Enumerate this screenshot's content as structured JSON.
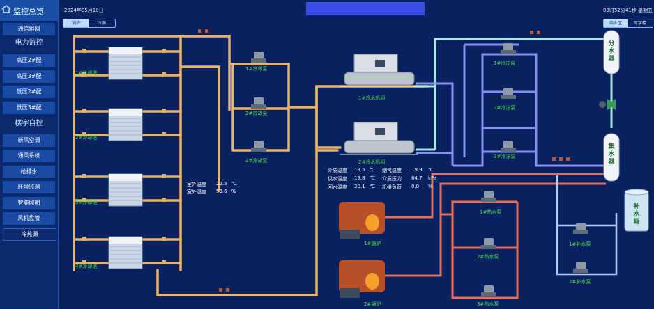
{
  "sidebar": {
    "title": "监控总览",
    "items": [
      {
        "label": "通信组网",
        "kind": "plain"
      },
      {
        "label": "电力监控",
        "kind": "head"
      },
      {
        "label": "高压2#配",
        "kind": "item"
      },
      {
        "label": "高压3#配",
        "kind": "item"
      },
      {
        "label": "低压2#配",
        "kind": "item"
      },
      {
        "label": "低压3#配",
        "kind": "item"
      },
      {
        "label": "楼宇自控",
        "kind": "head"
      },
      {
        "label": "新风空调",
        "kind": "item"
      },
      {
        "label": "通风系统",
        "kind": "item"
      },
      {
        "label": "给排水",
        "kind": "item"
      },
      {
        "label": "环境监测",
        "kind": "item"
      },
      {
        "label": "智能照明",
        "kind": "item"
      },
      {
        "label": "风机盘管",
        "kind": "item"
      },
      {
        "label": "冷热源",
        "kind": "active"
      }
    ]
  },
  "header": {
    "date": "2024年05月10日",
    "time": "09时52分41秒 星期五"
  },
  "mode_left": {
    "a": "锅炉",
    "b": "冷源"
  },
  "mode_right": {
    "a": "商业区",
    "b": "写字楼"
  },
  "labels": {
    "tower1": "1#冷却塔",
    "tower2": "2#冷却塔",
    "tower3": "3#冷却塔",
    "tower4": "4#冷却塔",
    "cpump1": "1#冷却泵",
    "cpump2": "2#冷却泵",
    "cpump3": "3#冷却泵",
    "chiller1": "1#冷水机组",
    "chiller2": "2#冷水机组",
    "frozen1": "1#冷冻泵",
    "frozen2": "2#冷冻泵",
    "frozen3": "3#冷冻泵",
    "boiler1": "1#锅炉",
    "boiler2": "2#锅炉",
    "hot1": "1#热水泵",
    "hot2": "2#热水泵",
    "hot3": "3#热水泵",
    "make1": "1#补水泵",
    "make2": "2#补水泵",
    "fen": [
      "分",
      "水",
      "器"
    ],
    "ji": [
      "集",
      "水",
      "器"
    ],
    "bu": [
      "补",
      "水",
      "箱"
    ]
  },
  "outdoor": [
    {
      "name": "室外温度",
      "value": "22.5",
      "unit": "℃"
    },
    {
      "name": "室外湿度",
      "value": "53.6",
      "unit": "%"
    }
  ],
  "chiller_params": [
    {
      "n1": "介质温度",
      "v1": "19.5",
      "u1": "℃",
      "n2": "烟气温度",
      "v2": "19.9",
      "u2": "℃"
    },
    {
      "n1": "供水温度",
      "v1": "19.8",
      "u1": "℃",
      "n2": "介质压力",
      "v2": "64.7",
      "u2": "kPa"
    },
    {
      "n1": "回水温度",
      "v1": "20.1",
      "u1": "℃",
      "n2": "机组负荷",
      "v2": "0.0",
      "u2": "%"
    }
  ],
  "colors": {
    "bg": "#0a2160",
    "sidebar": "#0b2a6e",
    "sidebar_item": "#1a4aa3",
    "pipe_cooling": "#e8b46a",
    "pipe_chilled": "#a8e8e0",
    "pipe_blue": "#8890f0",
    "pipe_hot": "#e07060",
    "label_green": "#4ae04a"
  }
}
